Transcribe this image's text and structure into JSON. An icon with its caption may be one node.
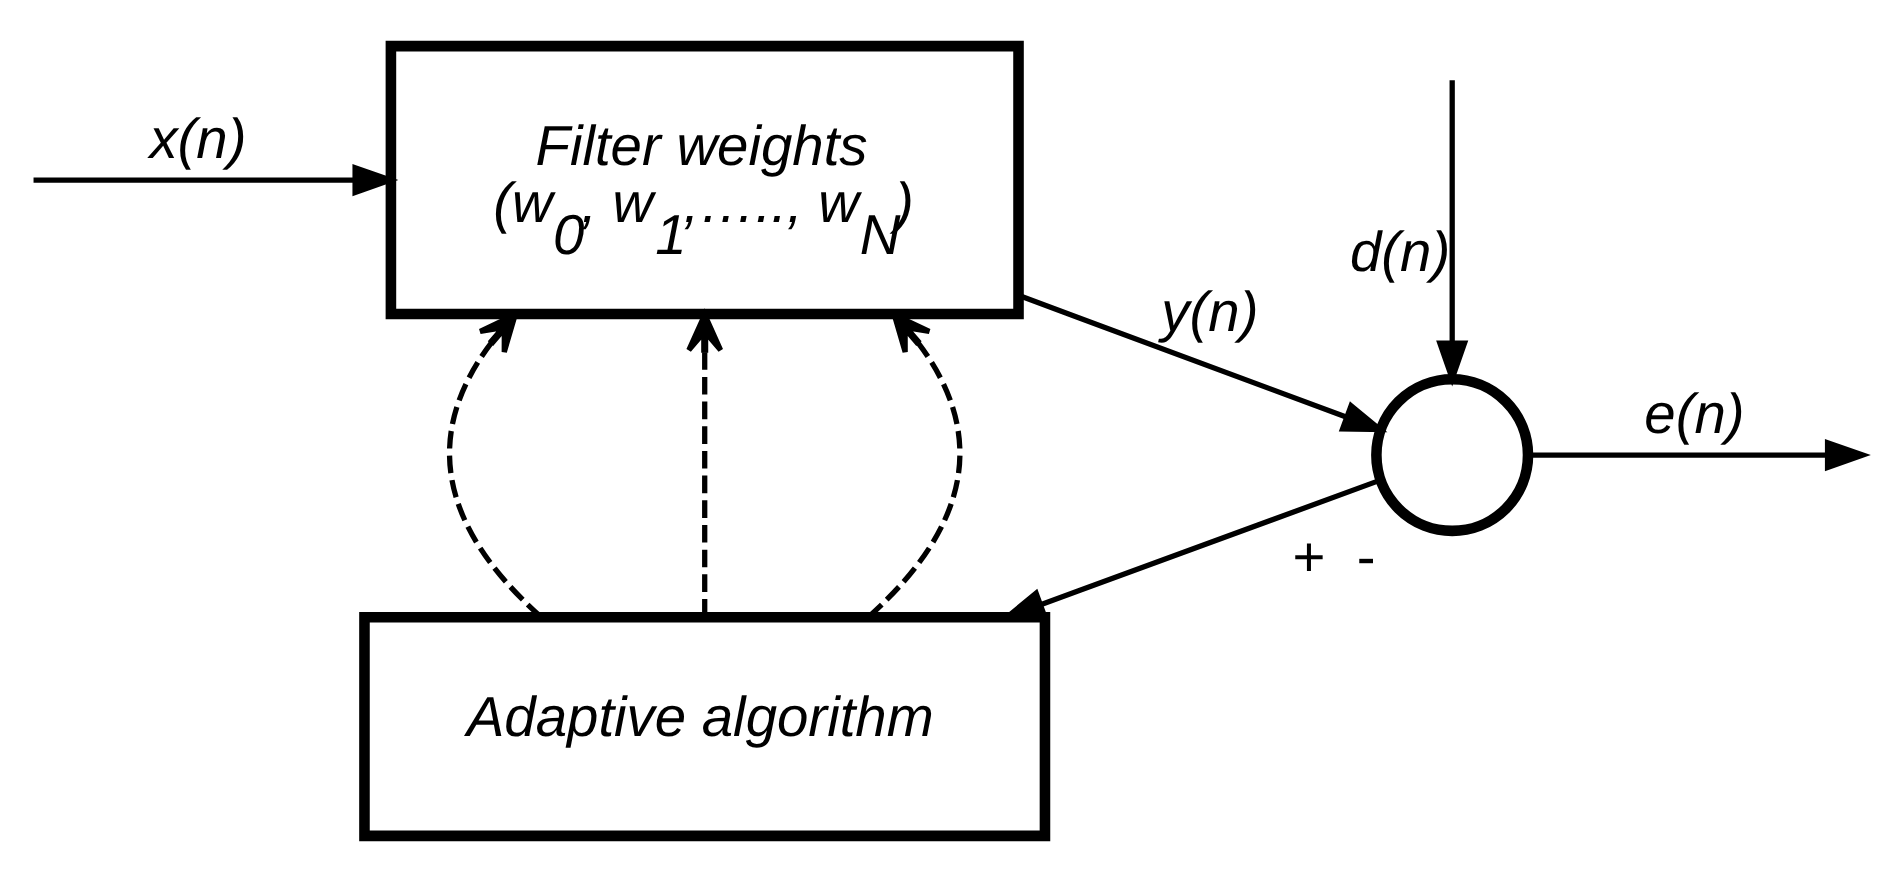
{
  "diagram": {
    "nodes": [
      {
        "text": [
          "Filter weights",
          "(w$_{0}$, w$_{1}$,….., w$_{N}$)"
        ]
      },
      {
        "text": [],
        "shape": "circle",
        "beside": [
          "+",
          "-"
        ]
      },
      {
        "text": [
          "Adaptive algorithm"
        ]
      }
    ],
    "edges": [
      {
        "from": null,
        "to": 0,
        "arrow": "to",
        "label": "x(n)"
      },
      {
        "from": 0,
        "to": 1,
        "arrow": "to",
        "label": "y(n)"
      },
      {
        "from": 1,
        "to": null,
        "arrow": "to",
        "label": "e(n)"
      },
      {
        "from": null,
        "to": 1,
        "arrow": "to",
        "label": "d(n)"
      },
      {
        "from": 1,
        "to": 2,
        "arrow": "to"
      },
      {
        "from": 2,
        "to": 0,
        "arrow": "to",
        "style": "dashed"
      },
      {
        "from": 2,
        "to": 0,
        "arrow": "to",
        "style": "dashed"
      },
      {
        "from": 2,
        "to": 0,
        "arrow": "to",
        "style": "dashed"
      }
    ]
  }
}
